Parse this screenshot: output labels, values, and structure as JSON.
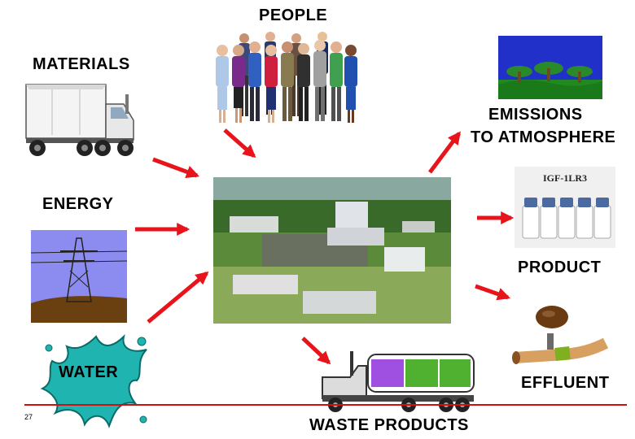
{
  "labels": {
    "people": "PEOPLE",
    "materials": "MATERIALS",
    "emissions_line1": "EMISSIONS",
    "emissions_line2": "TO ATMOSPHERE",
    "energy": "ENERGY",
    "product": "PRODUCT",
    "water": "WATER",
    "effluent": "EFFLUENT",
    "waste_products": "WASTE PRODUCTS"
  },
  "vial_label": "IGF-1LR3",
  "page_number": "27",
  "colors": {
    "arrow": "#e8141c",
    "rule_line": "#d01010",
    "splash": "#20b4b0",
    "sky": "#2030c8",
    "power_sky": "#8c8cf0"
  },
  "icons": [
    "truck-icon",
    "people-group-icon",
    "landscape-icon",
    "power-tower-icon",
    "factory-photo",
    "vials-photo",
    "splash-icon",
    "tanker-truck-icon",
    "pipe-icon"
  ]
}
